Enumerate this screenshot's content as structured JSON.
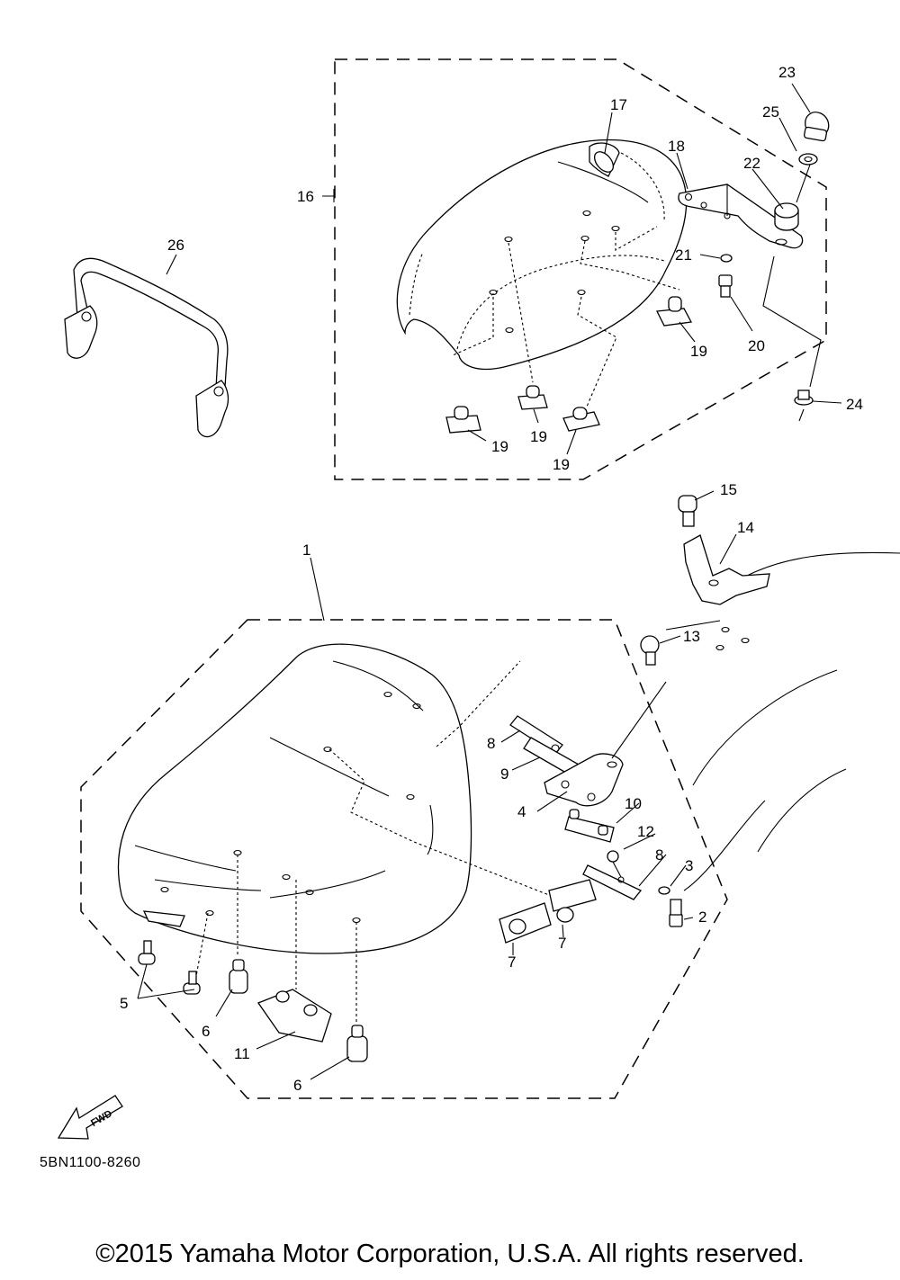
{
  "diagram_code": "5BN1100-8260",
  "copyright": "©2015 Yamaha Motor Corporation, U.S.A. All rights reserved.",
  "fwd_label": "FWD",
  "callouts": {
    "c1": "1",
    "c2": "2",
    "c3": "3",
    "c4": "4",
    "c5": "5",
    "c6a": "6",
    "c6b": "6",
    "c7a": "7",
    "c7b": "7",
    "c8a": "8",
    "c8b": "8",
    "c9": "9",
    "c10": "10",
    "c11": "11",
    "c12": "12",
    "c13": "13",
    "c14": "14",
    "c15": "15",
    "c16": "16",
    "c17": "17",
    "c18": "18",
    "c19a": "19",
    "c19b": "19",
    "c19c": "19",
    "c19d": "19",
    "c20": "20",
    "c21": "21",
    "c22": "22",
    "c23": "23",
    "c24": "24",
    "c25": "25",
    "c26": "26"
  }
}
